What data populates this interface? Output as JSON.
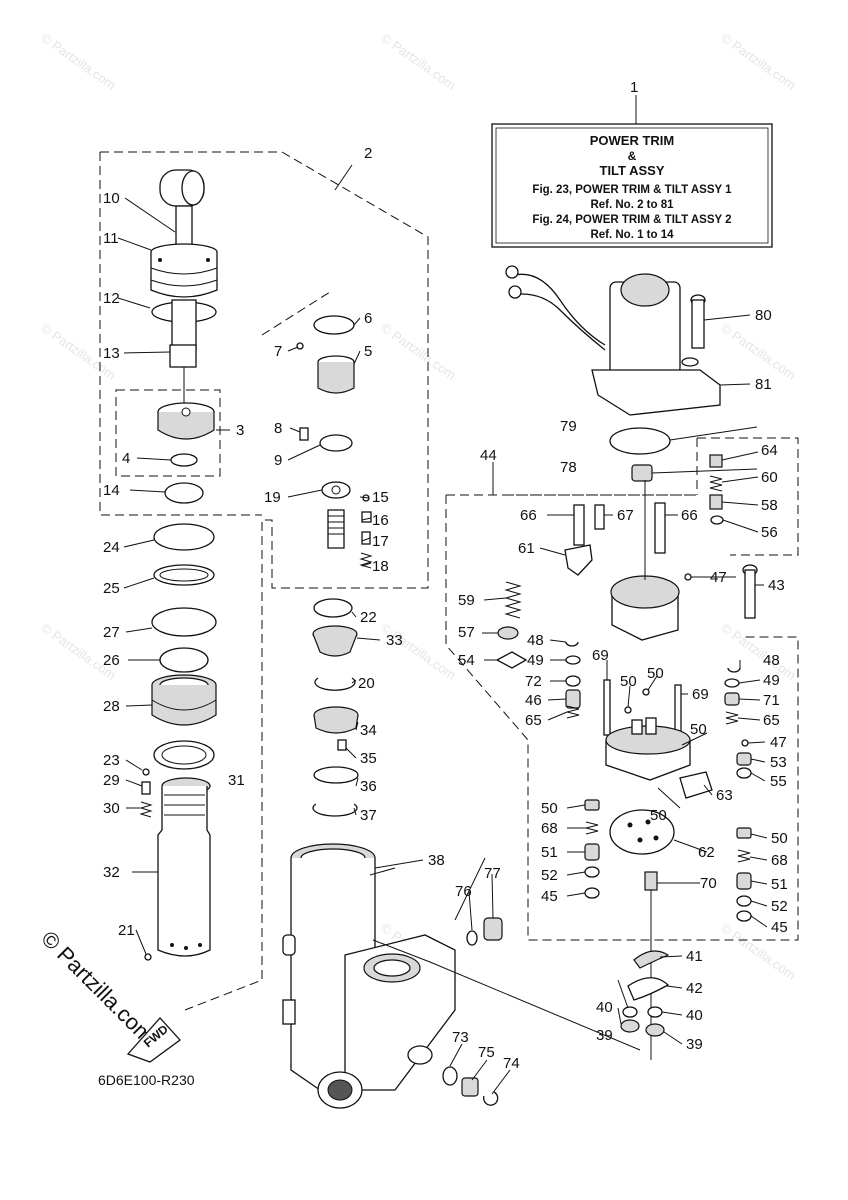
{
  "title_box": {
    "ref": "1",
    "line1": "POWER TRIM",
    "line2": "&",
    "line3": "TILT ASSY",
    "line4": "Fig. 23, POWER TRIM & TILT ASSY 1",
    "line5": "Ref. No. 2 to 81",
    "line6": "Fig. 24, POWER TRIM & TILT ASSY 2",
    "line7": "Ref. No. 1 to 14"
  },
  "diagram_code": "6D6E100-R230",
  "watermark": "© Partzilla.com",
  "fwd_label": "FWD",
  "callouts": {
    "c2": "2",
    "c3": "3",
    "c4": "4",
    "c5": "5",
    "c6": "6",
    "c7": "7",
    "c8": "8",
    "c9": "9",
    "c10": "10",
    "c11": "11",
    "c12": "12",
    "c13": "13",
    "c14": "14",
    "c15": "15",
    "c16": "16",
    "c17": "17",
    "c18": "18",
    "c19": "19",
    "c20": "20",
    "c21": "21",
    "c22": "22",
    "c23": "23",
    "c24": "24",
    "c25": "25",
    "c26": "26",
    "c27": "27",
    "c28": "28",
    "c29": "29",
    "c30": "30",
    "c31": "31",
    "c32": "32",
    "c33": "33",
    "c34": "34",
    "c35": "35",
    "c36": "36",
    "c37": "37",
    "c38": "38",
    "c39": "39",
    "c40": "40",
    "c41": "41",
    "c42": "42",
    "c43": "43",
    "c44": "44",
    "c45": "45",
    "c46": "46",
    "c47": "47",
    "c48": "48",
    "c49": "49",
    "c50": "50",
    "c51": "51",
    "c52": "52",
    "c53": "53",
    "c54": "54",
    "c55": "55",
    "c56": "56",
    "c57": "57",
    "c58": "58",
    "c59": "59",
    "c60": "60",
    "c61": "61",
    "c62": "62",
    "c63": "63",
    "c64": "64",
    "c65": "65",
    "c66": "66",
    "c67": "67",
    "c68": "68",
    "c69": "69",
    "c70": "70",
    "c71": "71",
    "c72": "72",
    "c73": "73",
    "c74": "74",
    "c75": "75",
    "c76": "76",
    "c77": "77",
    "c78": "78",
    "c79": "79",
    "c80": "80",
    "c81": "81"
  }
}
